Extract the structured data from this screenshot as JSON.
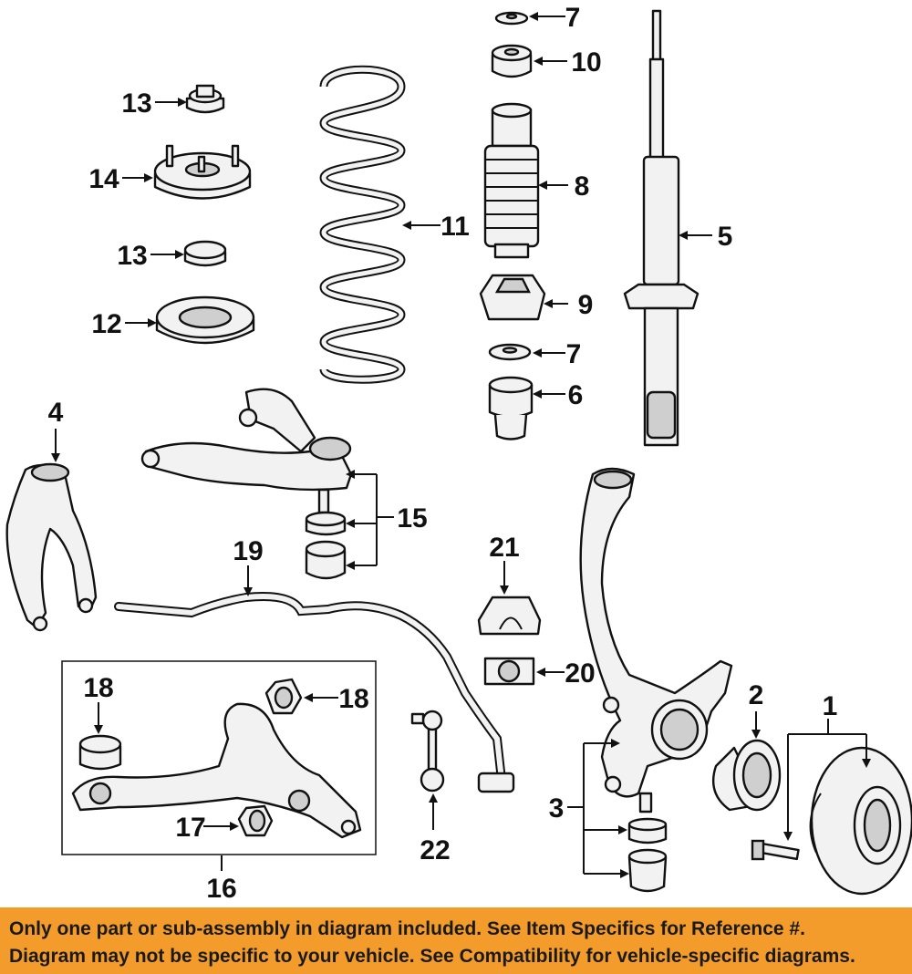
{
  "callouts": [
    "1",
    "2",
    "3",
    "4",
    "5",
    "6",
    "7",
    "7",
    "8",
    "9",
    "10",
    "11",
    "12",
    "13",
    "13",
    "14",
    "15",
    "16",
    "17",
    "18",
    "18",
    "19",
    "20",
    "21",
    "22"
  ],
  "disclaimer": {
    "line1": "Only one part or sub-assembly in diagram included. See Item Specifics for Reference #.",
    "line2": "Diagram may not be specific to your vehicle. See Compatibility for vehicle-specific diagrams."
  },
  "colors": {
    "banner": "#f39c2c",
    "ink": "#111111"
  }
}
